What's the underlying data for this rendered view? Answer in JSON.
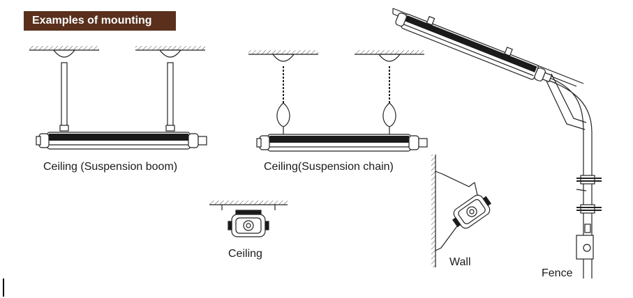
{
  "header": {
    "title": "Examples of mounting"
  },
  "labels": {
    "suspension_boom": "Ceiling (Suspension boom)",
    "suspension_chain": "Ceiling(Suspension chain)",
    "ceiling": "Ceiling",
    "wall": "Wall",
    "fence": "Fence"
  },
  "colors": {
    "banner": "#5a2f1c",
    "line": "#222222"
  }
}
